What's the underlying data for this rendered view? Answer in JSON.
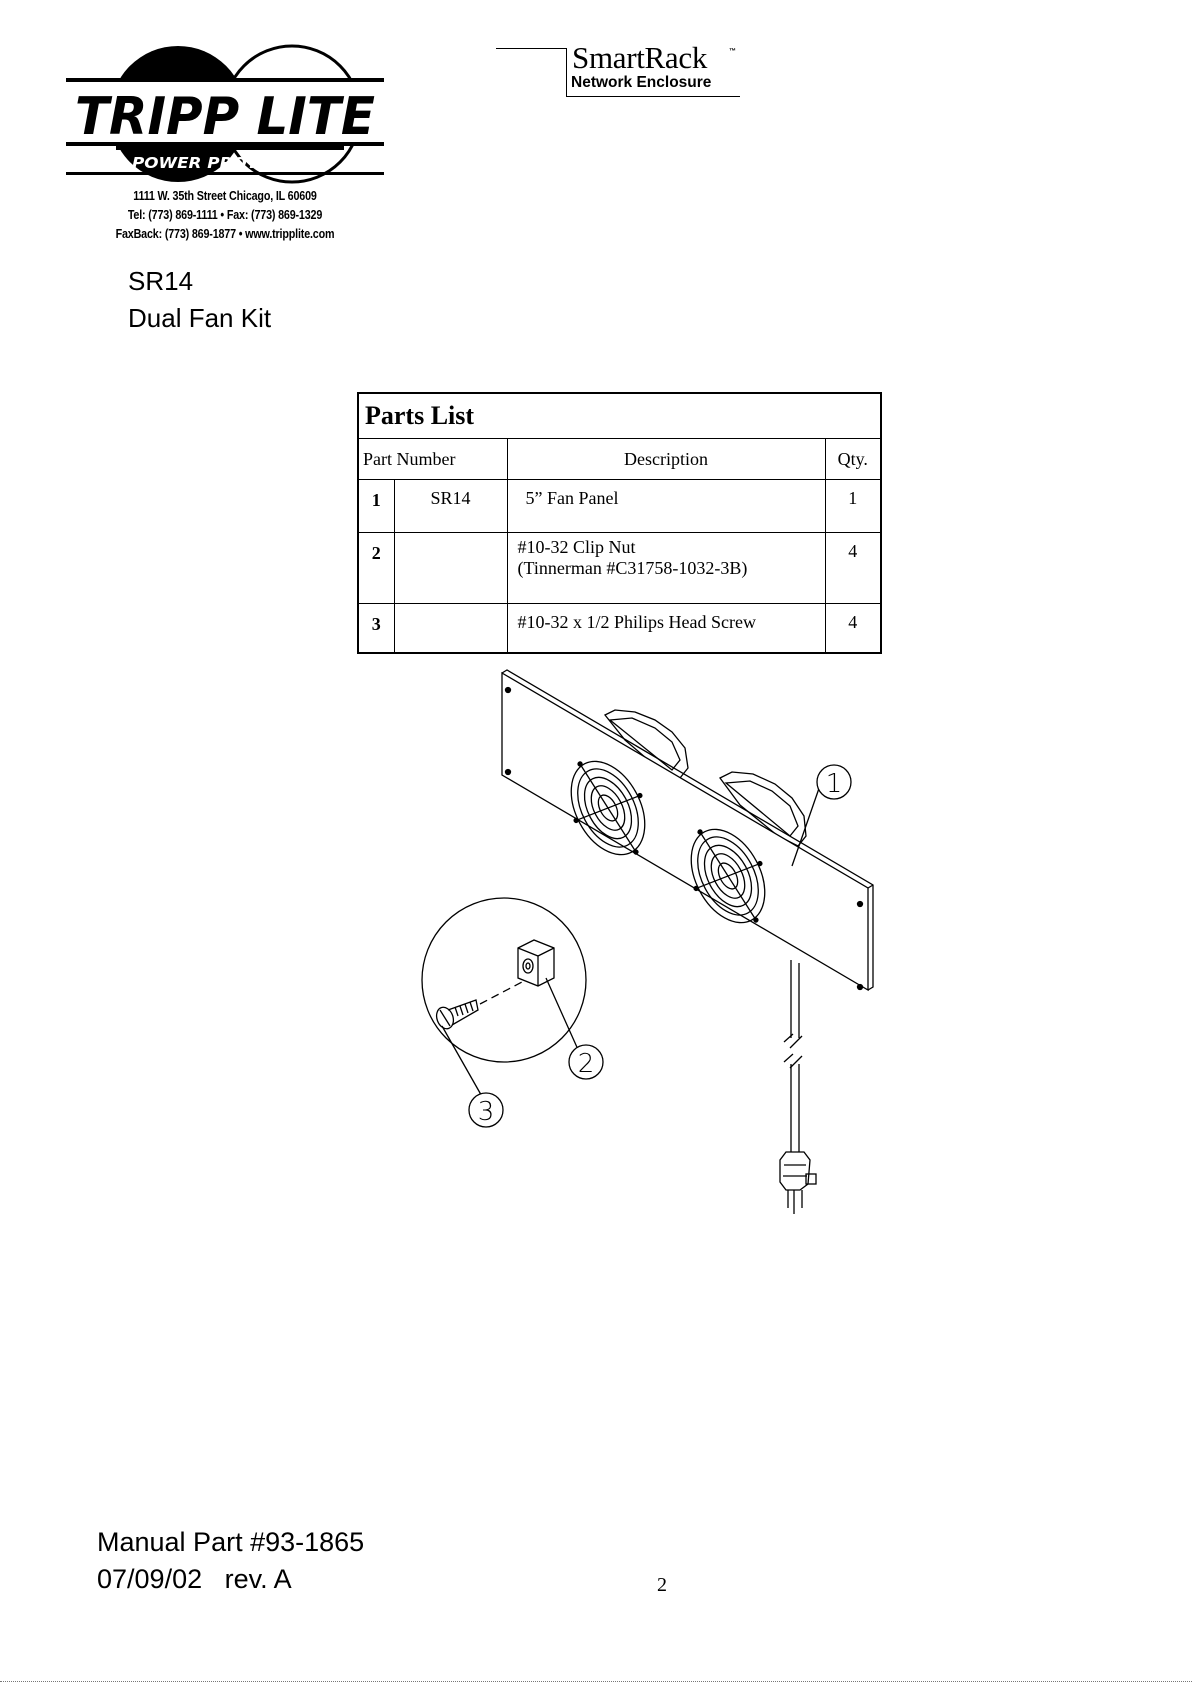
{
  "logo": {
    "brand": "TRIPP LITE",
    "tagline": "POWER PROTECTION"
  },
  "address": {
    "line1": "1111 W. 35th Street Chicago, IL 60609",
    "line2": "Tel: (773) 869-1111  •  Fax: (773) 869-1329",
    "line3": "FaxBack: (773) 869-1877  •  www.tripplite.com"
  },
  "product_brand": {
    "title": "SmartRack",
    "trademark": "™",
    "subtitle": "Network Enclosure"
  },
  "product": {
    "model": "SR14",
    "name": "Dual Fan Kit"
  },
  "parts_list": {
    "title": "Parts List",
    "headers": {
      "part_number": "Part Number",
      "description": "Description",
      "qty": "Qty."
    },
    "rows": [
      {
        "num": "1",
        "part_number": "SR14",
        "description": "5” Fan Panel",
        "description2": "",
        "qty": "1"
      },
      {
        "num": "2",
        "part_number": "",
        "description": "#10-32 Clip Nut",
        "description2": "(Tinnerman #C31758-1032-3B)",
        "qty": "4"
      },
      {
        "num": "3",
        "part_number": "",
        "description": "#10-32 x 1/2 Philips Head Screw",
        "description2": "",
        "qty": "4"
      }
    ]
  },
  "diagram": {
    "callouts": [
      "1",
      "2",
      "3"
    ]
  },
  "footer": {
    "manual_part": "Manual Part #93-1865",
    "date_rev": "07/09/02   rev. A",
    "page_number": "2"
  }
}
